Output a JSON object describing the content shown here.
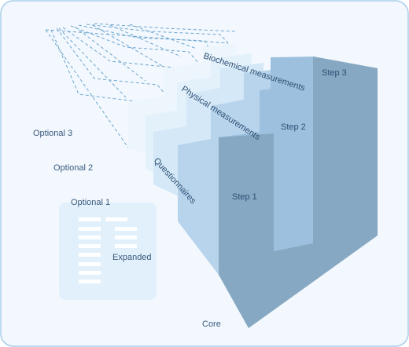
{
  "colors": {
    "frame_fill": "#f2f8fd",
    "frame_stroke": "#a8cdea",
    "dashed": "#6fa6cf",
    "layer_optional3": "#edf6fc",
    "layer_optional2": "#e3f1fb",
    "layer_optional1": "#d4e8f7",
    "layer_questionnaires": "#b7d4ec",
    "layer_physical": "#9dc0df",
    "layer_biochemical": "#86a8c3",
    "panel": "#e2f0fb",
    "panel_bars": "#ffffff",
    "text": "#3a5a7e"
  },
  "labels": {
    "optional3": "Optional 3",
    "optional2": "Optional 2",
    "optional1": "Optional 1",
    "expanded": "Expanded",
    "core": "Core",
    "questionnaires": "Questionnaires",
    "physical": "Physical measurements",
    "biochemical": "Biochemical measurements",
    "step1": "Step 1",
    "step2": "Step 2",
    "step3": "Step 3"
  }
}
